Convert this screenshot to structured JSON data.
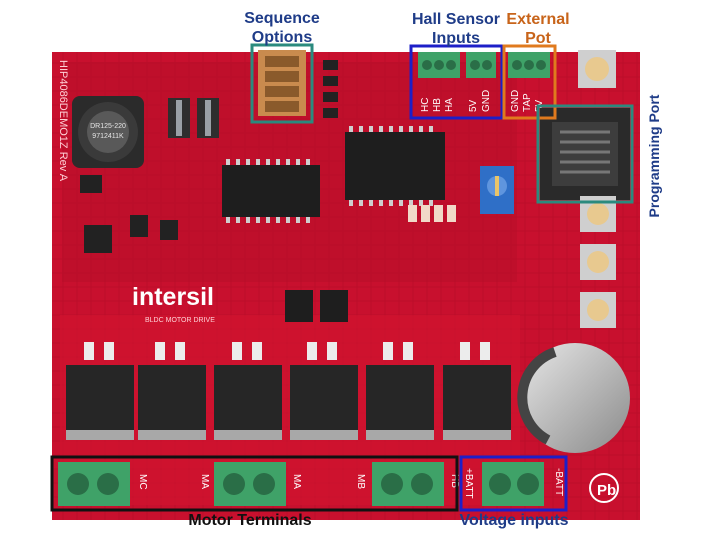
{
  "callouts": {
    "sequence_options": [
      "Sequence",
      "Options"
    ],
    "hall_sensor_inputs": [
      "Hall Sensor",
      "Inputs"
    ],
    "external_pot": [
      "External",
      "Pot"
    ],
    "programming_port": "Programming Port",
    "motor_terminals": "Motor Terminals",
    "voltage_inputs": "Voltage inputs"
  },
  "board": {
    "brand": "intersil",
    "subtitle": "BLDC MOTOR DRIVE",
    "part_number": "HIP4086DEMO1Z Rev A",
    "pin_labels_hall": [
      "HC",
      "HB",
      "HA",
      "5V",
      "GND"
    ],
    "pin_labels_pot": [
      "GND",
      "TAP",
      "5V"
    ],
    "motor_pin_labels": [
      "MC",
      "MA",
      "MB",
      "HB"
    ],
    "battery_labels": [
      "+BATT",
      "-BATT"
    ],
    "inductor_text": [
      "DR125-220",
      "9712411K"
    ],
    "pb_mark": "Pb"
  },
  "colors": {
    "board": "#c8102e",
    "board_dark": "#8e0a1e",
    "callout_blue": "#1d1fc8",
    "callout_teal": "#2a8a7e",
    "callout_orange": "#e07a1e",
    "terminal_green": "#3fa268",
    "label_blue": "#1f3c88",
    "label_orange": "#c8641a"
  }
}
